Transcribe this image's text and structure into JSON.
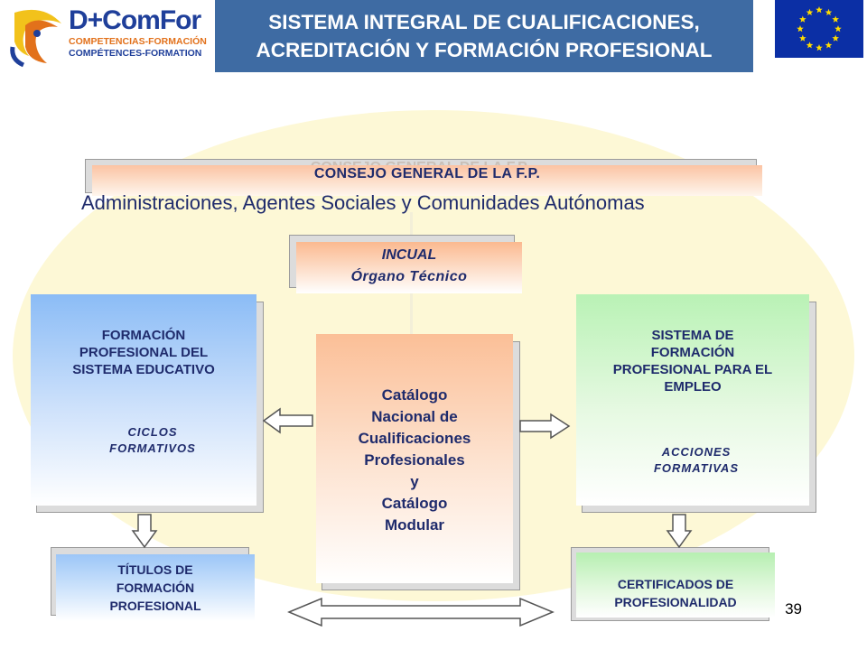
{
  "header": {
    "logo": {
      "brand": "D+ComFor",
      "line1": "COMPETENCIAS-FORMACIÓN",
      "line2": "COMPÉTENCES-FORMATION"
    },
    "title_line1": "SISTEMA INTEGRAL DE CUALIFICACIONES,",
    "title_line2": "ACREDITACIÓN Y FORMACIÓN PROFESIONAL",
    "flag_icon": "eu-flag-icon"
  },
  "diagram": {
    "consejo": {
      "title": "CONSEJO GENERAL DE LA F.P.",
      "subtitle": "Administraciones, Agentes Sociales y Comunidades Autónomas"
    },
    "incual": {
      "title": "INCUAL",
      "subtitle": "Órgano Técnico"
    },
    "fp_educativo": {
      "title_line1": "FORMACIÓN",
      "title_line2": "PROFESIONAL DEL",
      "title_line3": "SISTEMA EDUCATIVO",
      "sub_line1": "CICLOS",
      "sub_line2": "FORMATIVOS"
    },
    "catalogo": {
      "line1": "Catálogo",
      "line2": "Nacional de",
      "line3": "Cualificaciones",
      "line4": "Profesionales",
      "line5": "y",
      "line6": "Catálogo",
      "line7": "Modular"
    },
    "sfpe": {
      "title_line1": "SISTEMA DE",
      "title_line2": "FORMACIÓN",
      "title_line3": "PROFESIONAL PARA EL",
      "title_line4": "EMPLEO",
      "sub_line1": "ACCIONES",
      "sub_line2": "FORMATIVAS"
    },
    "titulos": {
      "line1": "TÍTULOS DE",
      "line2": "FORMACIÓN",
      "line3": "PROFESIONAL"
    },
    "certificados": {
      "line1": "CERTIFICADOS DE",
      "line2": "PROFESIONALIDAD"
    }
  },
  "page_number": "39",
  "colors": {
    "title_bg": "#3e6ba3",
    "text_navy": "#1f2b6c",
    "ellipse_bg": "#fdf8d6",
    "orange": "#fbb98f",
    "blue": "#8bbcf6",
    "green": "#b9f2b5"
  }
}
